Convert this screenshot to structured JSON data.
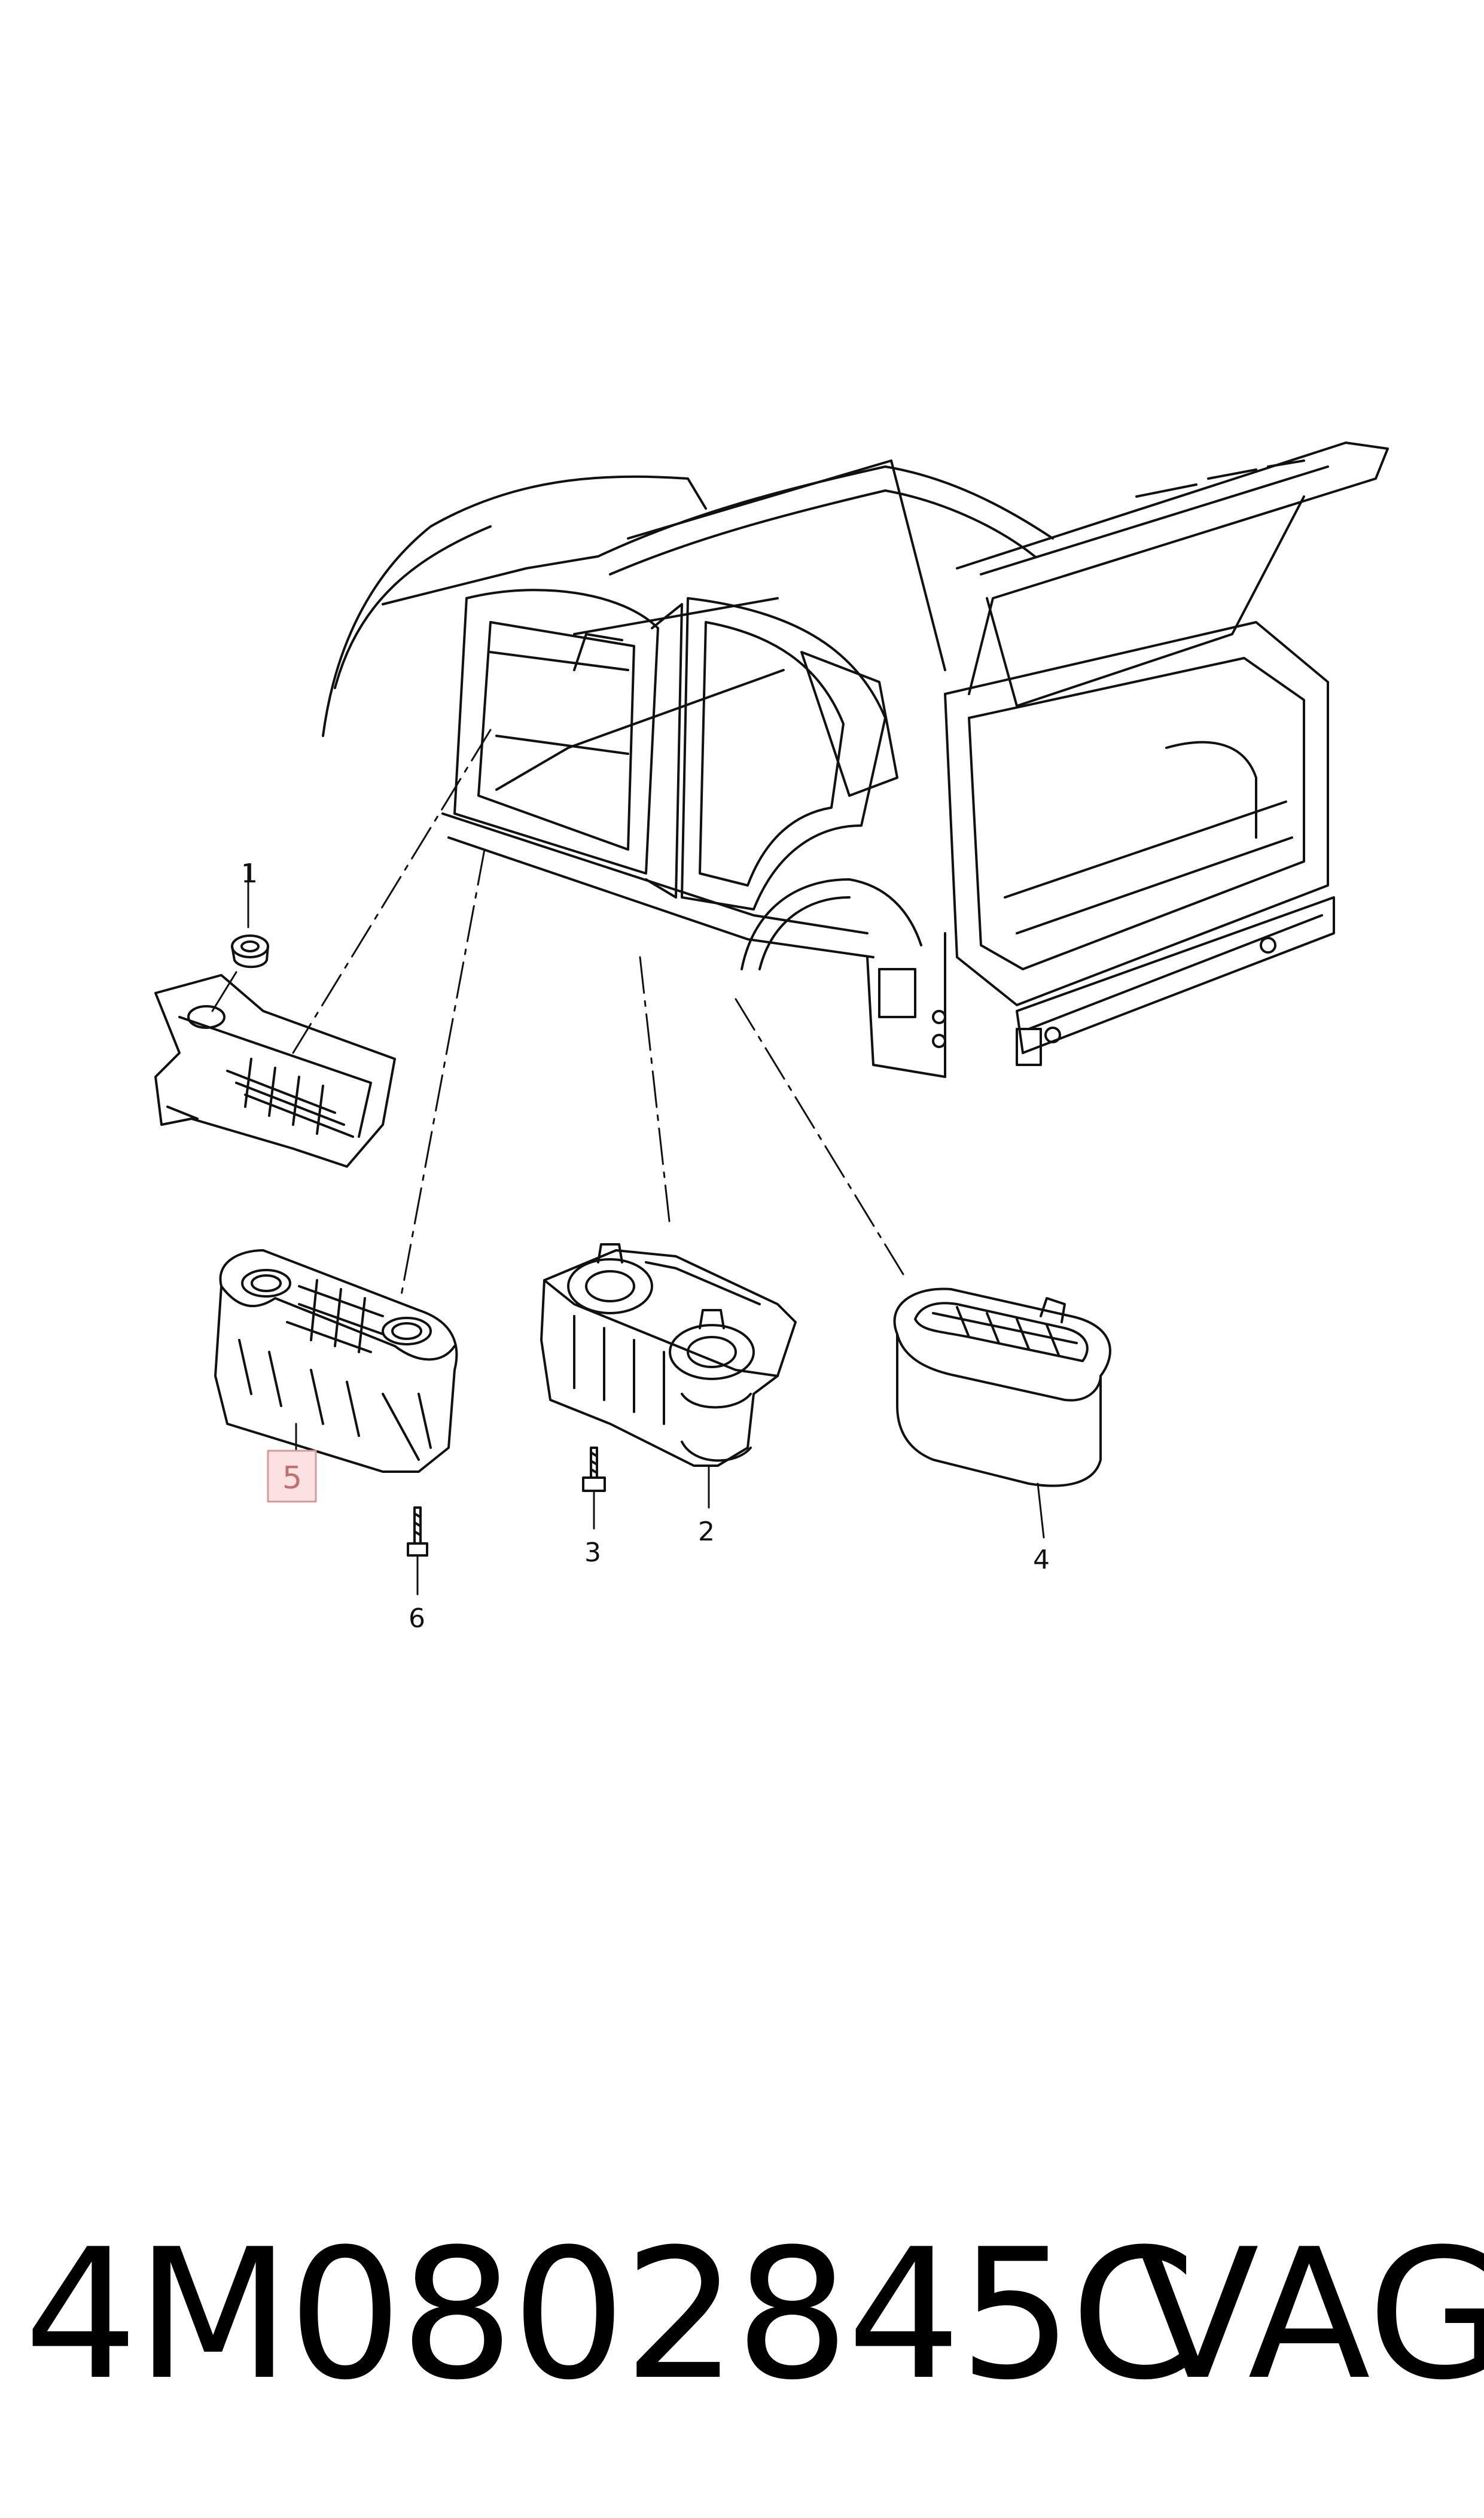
{
  "diagram": {
    "callouts": [
      {
        "id": "1",
        "label": "1"
      },
      {
        "id": "2",
        "label": "2"
      },
      {
        "id": "3",
        "label": "3"
      },
      {
        "id": "4",
        "label": "4"
      },
      {
        "id": "5",
        "label": "5",
        "highlighted": true
      },
      {
        "id": "6",
        "label": "6"
      }
    ],
    "highlight_color": "#f9d6d6",
    "highlight_border": "#d49a9a"
  },
  "footer": {
    "part_number": "4M0802845C",
    "brand": "VAG"
  }
}
